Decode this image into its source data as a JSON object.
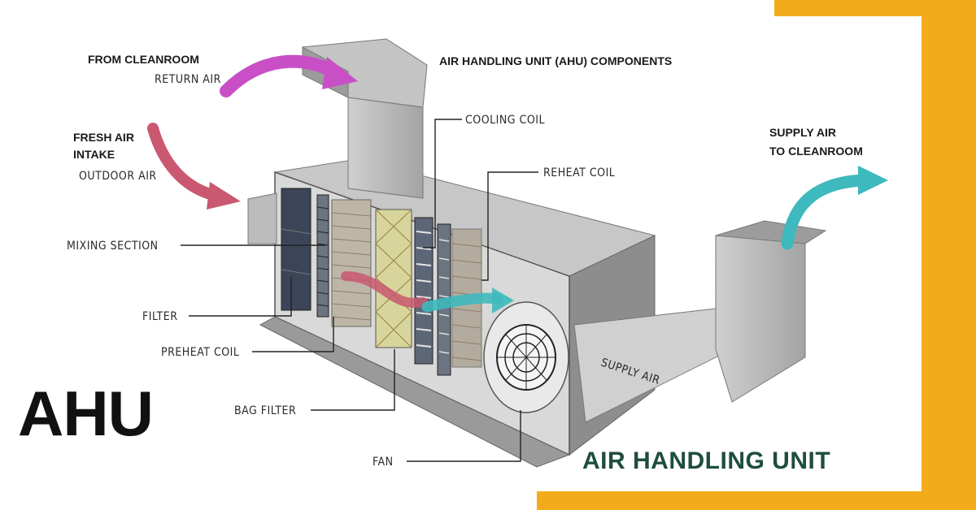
{
  "colors": {
    "accent": "#F2AC1B",
    "footer_title": "#1F4E3C",
    "return_arrow": "#C94FC6",
    "fresh_arrow": "#C95870",
    "supply_arrow": "#3EB9BD"
  },
  "header": {
    "title": "AIR HANDLING UNIT (AHU) COMPONENTS"
  },
  "inlets": {
    "return_bold": "FROM CLEANROOM",
    "return_sub": "RETURN AIR",
    "fresh_bold_1": "FRESH AIR",
    "fresh_bold_2": "INTAKE",
    "fresh_sub": "OUTDOOR AIR"
  },
  "outlet": {
    "line_1": "SUPPLY AIR",
    "line_2": "TO CLEANROOM",
    "duct_label": "SUPPLY AIR"
  },
  "components": {
    "cooling_coil": "COOLING COIL",
    "reheat_coil": "REHEAT COIL",
    "mixing_section": "MIXING SECTION",
    "filter": "FILTER",
    "preheat_coil": "PREHEAT COIL",
    "bag_filter": "BAG FILTER",
    "fan": "FAN"
  },
  "branding": {
    "big_label": "AHU",
    "footer_title": "AIR HANDLING UNIT"
  }
}
